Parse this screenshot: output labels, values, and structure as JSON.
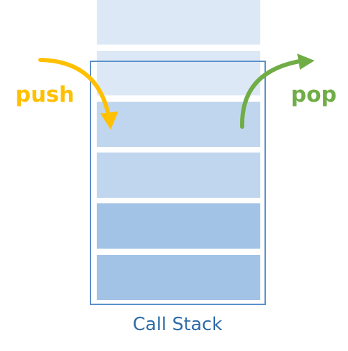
{
  "labels": {
    "push": "push",
    "pop": "pop",
    "caption": "Call Stack"
  },
  "colors": {
    "push": "#ffc000",
    "pop": "#70ad47",
    "stack_border": "#5b8fc9",
    "caption": "#2e6ba8",
    "block_outside": "#dde8f6",
    "block_light": "#c0d6ee",
    "block_dark": "#a3c3e6"
  }
}
